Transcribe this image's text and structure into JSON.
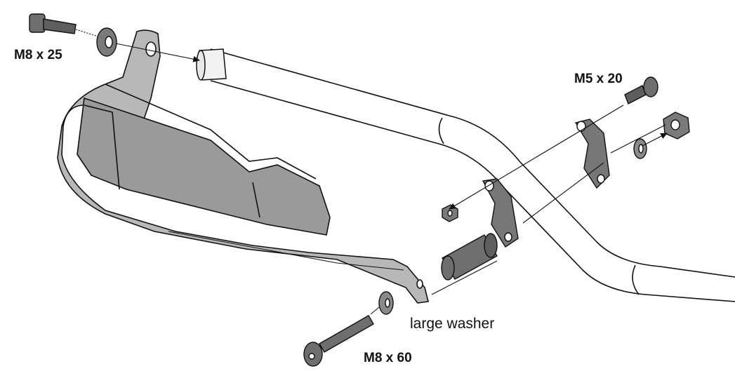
{
  "labels": {
    "bolt_top": "M8 x 25",
    "bolt_clamp": "M5 x 20",
    "washer_large": "large washer",
    "bolt_bottom": "M8 x 60"
  },
  "colors": {
    "outline": "#111111",
    "guard_fill": "#b8b8b8",
    "guard_dark": "#8a8a8a",
    "part_fill": "#6e6e6e",
    "bar_fill": "#ffffff"
  }
}
